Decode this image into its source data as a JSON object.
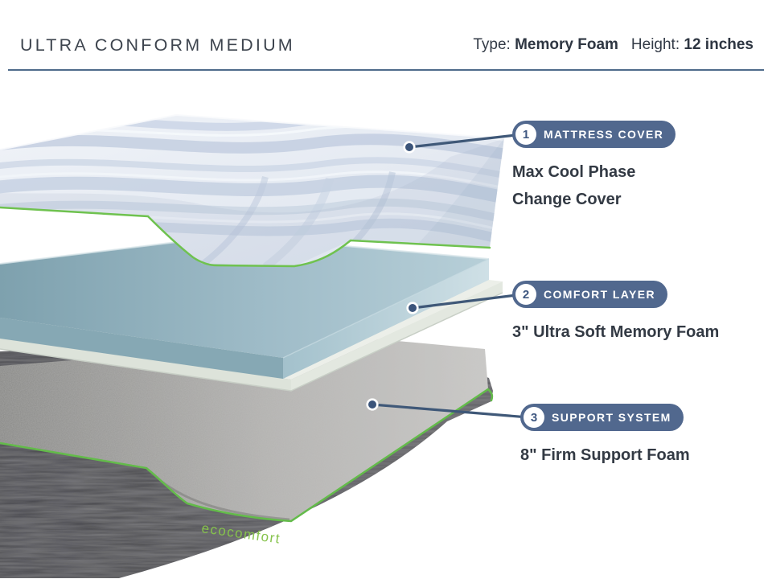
{
  "header": {
    "title": "ULTRA CONFORM MEDIUM",
    "type_label": "Type:",
    "type_value": "Memory Foam",
    "height_label": "Height:",
    "height_value": "12 inches"
  },
  "callouts": [
    {
      "number": "1",
      "badge_label": "MATTRESS COVER",
      "description_line1": "Max Cool Phase",
      "description_line2": "Change Cover"
    },
    {
      "number": "2",
      "badge_label": "COMFORT LAYER",
      "description_line1": "3\" Ultra Soft Memory Foam",
      "description_line2": ""
    },
    {
      "number": "3",
      "badge_label": "SUPPORT SYSTEM",
      "description_line1": "8\" Firm Support Foam",
      "description_line2": ""
    }
  ],
  "illustration": {
    "brand": "ecocomfort",
    "layer_names": [
      "mattress cover",
      "comfort layer",
      "support system"
    ],
    "colors": {
      "badge_bg": "#51688e",
      "connector_line": "#3f5878",
      "green_trim": "#66bd4c",
      "cover_fabric": "#e9edf4",
      "comfort_foam": "#9fbcc8",
      "support_foam": "#a8a7a5",
      "base_fabric": "#4a4a4f",
      "brand_text": "#86c34c",
      "divider": "#4f6b8b"
    }
  }
}
